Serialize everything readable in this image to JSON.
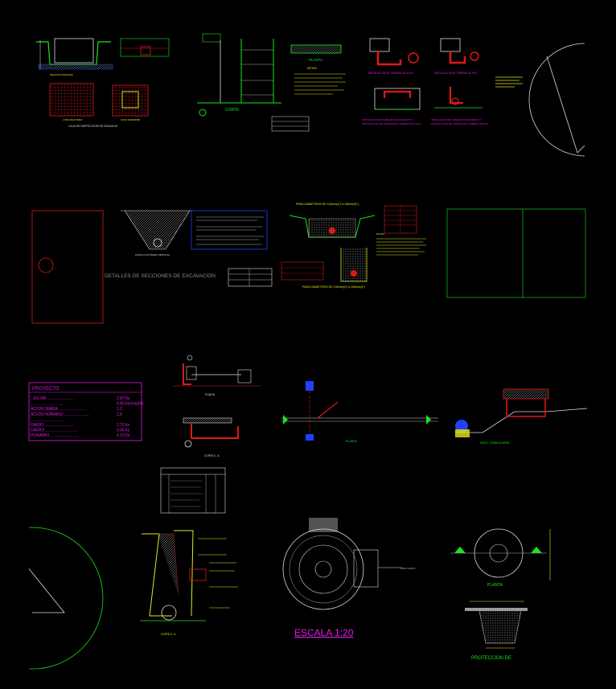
{
  "colors": {
    "background": "#000000",
    "lines_white": "#dcdcdc",
    "lines_green": "#19e619",
    "lines_red": "#e01818",
    "lines_magenta": "#e619e6",
    "lines_blue": "#2040ff",
    "lines_yellow": "#e6e619",
    "lines_cyan": "#19e6e6"
  },
  "labels": {
    "planta_top": "PLANTA",
    "corte_top": "CORTE",
    "detalles": "DETALLES  DE  SECCIONES  DE  EXCAVACION",
    "para_diametros_1": "PARA DIAMETROS DE 100mm(4\") A 150mm(6\")",
    "para_diametros_2": "PARA DIAMETROS DE 100mm(4\") A 150mm(6\")",
    "proyecto": "PROYECTO",
    "planta_mid": "PLANTA",
    "planta_mid2": "PLANTA",
    "desc_domiciliaria": "DESC. DOMICILIARIA",
    "escala": "ESCALA   1:20",
    "planta_right": "PLANTA",
    "proteccion": "PROTECCION  DE",
    "corte_aa": "CORTE   A - A"
  },
  "project_table": {
    "rows": [
      {
        "label": "...ES  RB ........................",
        "value": "2.87  lts"
      },
      {
        "label": "...............................",
        "value": "0.80  lts/seg/Ha"
      },
      {
        "label": "ACION  DIARIA .........................",
        "value": "1.3"
      },
      {
        "label": "ACION  HORARIO .......................",
        "value": "1.8"
      },
      {
        "label": "...............................",
        "value": ""
      },
      {
        "label": "DARIO  ..........................",
        "value": "2.76  lts"
      },
      {
        "label": "DIARIO .............................",
        "value": "3.46  lts"
      },
      {
        "label": "HORARIO .........................",
        "value": "4.15  lts"
      }
    ]
  }
}
